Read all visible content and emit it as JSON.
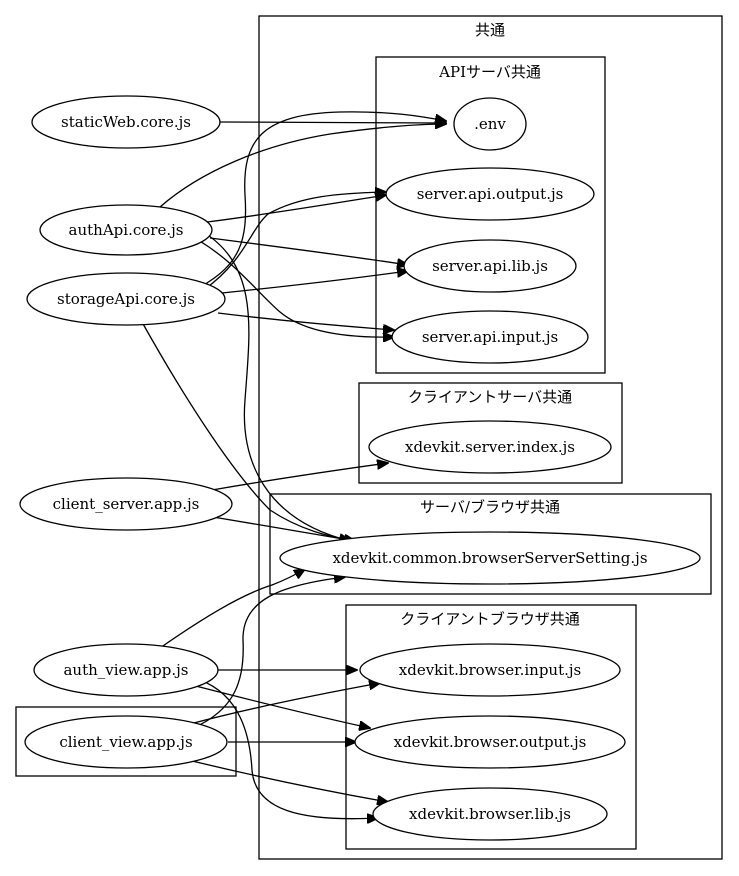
{
  "clusters": {
    "common": "共通",
    "api_server": "APIサーバ共通",
    "client_server": "クライアントサーバ共通",
    "server_browser": "サーバ/ブラウザ共通",
    "client_browser": "クライアントブラウザ共通"
  },
  "nodes": {
    "static_web": "staticWeb.core.js",
    "auth_api": "authApi.core.js",
    "storage_api": "storageApi.core.js",
    "client_server_app": "client_server.app.js",
    "auth_view_app": "auth_view.app.js",
    "client_view_app": "client_view.app.js",
    "env": ".env",
    "server_api_output": "server.api.output.js",
    "server_api_lib": "server.api.lib.js",
    "server_api_input": "server.api.input.js",
    "xdevkit_server_index": "xdevkit.server.index.js",
    "browser_server_setting": "xdevkit.common.browserServerSetting.js",
    "browser_input": "xdevkit.browser.input.js",
    "browser_output": "xdevkit.browser.output.js",
    "browser_lib": "xdevkit.browser.lib.js"
  },
  "edges": [
    {
      "from": "staticWeb.core.js",
      "to": ".env"
    },
    {
      "from": "authApi.core.js",
      "to": ".env"
    },
    {
      "from": "authApi.core.js",
      "to": "server.api.output.js"
    },
    {
      "from": "authApi.core.js",
      "to": "server.api.lib.js"
    },
    {
      "from": "authApi.core.js",
      "to": "server.api.input.js"
    },
    {
      "from": "authApi.core.js",
      "to": "xdevkit.common.browserServerSetting.js"
    },
    {
      "from": "storageApi.core.js",
      "to": ".env"
    },
    {
      "from": "storageApi.core.js",
      "to": "server.api.output.js"
    },
    {
      "from": "storageApi.core.js",
      "to": "server.api.lib.js"
    },
    {
      "from": "storageApi.core.js",
      "to": "server.api.input.js"
    },
    {
      "from": "storageApi.core.js",
      "to": "xdevkit.common.browserServerSetting.js"
    },
    {
      "from": "client_server.app.js",
      "to": "xdevkit.server.index.js"
    },
    {
      "from": "client_server.app.js",
      "to": "xdevkit.common.browserServerSetting.js"
    },
    {
      "from": "auth_view.app.js",
      "to": "xdevkit.common.browserServerSetting.js"
    },
    {
      "from": "auth_view.app.js",
      "to": "xdevkit.browser.input.js"
    },
    {
      "from": "auth_view.app.js",
      "to": "xdevkit.browser.output.js"
    },
    {
      "from": "auth_view.app.js",
      "to": "xdevkit.browser.lib.js"
    },
    {
      "from": "client_view.app.js",
      "to": "xdevkit.common.browserServerSetting.js"
    },
    {
      "from": "client_view.app.js",
      "to": "xdevkit.browser.input.js"
    },
    {
      "from": "client_view.app.js",
      "to": "xdevkit.browser.output.js"
    },
    {
      "from": "client_view.app.js",
      "to": "xdevkit.browser.lib.js"
    }
  ]
}
